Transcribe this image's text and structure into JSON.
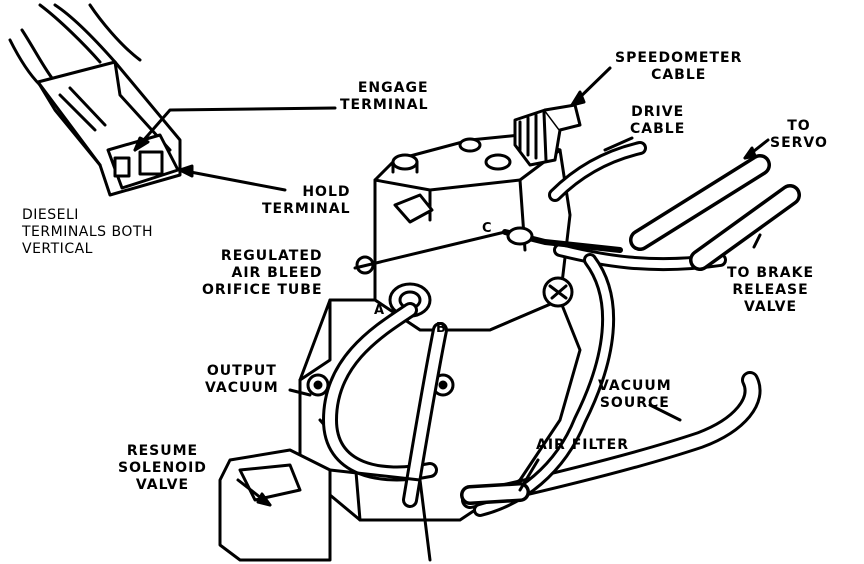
{
  "diagram": {
    "labels": {
      "speedometer_cable": [
        "SPEEDOMETER",
        "CABLE"
      ],
      "drive_cable": [
        "DRIVE",
        "CABLE"
      ],
      "to_servo": [
        "TO",
        "SERVO"
      ],
      "engage_terminal": [
        "ENGAGE",
        "TERMINAL"
      ],
      "hold_terminal": [
        "HOLD",
        "TERMINAL"
      ],
      "diesel_note": [
        "DIESELI",
        "TERMINALS BOTH",
        "VERTICAL"
      ],
      "regulated_air_bleed": [
        "REGULATED",
        "AIR BLEED",
        "ORIFICE TUBE"
      ],
      "to_brake_release": [
        "TO BRAKE",
        "RELEASE",
        "VALVE"
      ],
      "output_vacuum": [
        "OUTPUT",
        "VACUUM"
      ],
      "vacuum_source": [
        "VACUUM",
        "SOURCE"
      ],
      "air_filter": [
        "AIR FILTER"
      ],
      "resume_solenoid": [
        "RESUME",
        "SOLENOID",
        "VALVE"
      ]
    },
    "port_letters": [
      "C",
      "A",
      "B"
    ],
    "colors": {
      "ink": "#000000",
      "paper": "#ffffff"
    }
  }
}
